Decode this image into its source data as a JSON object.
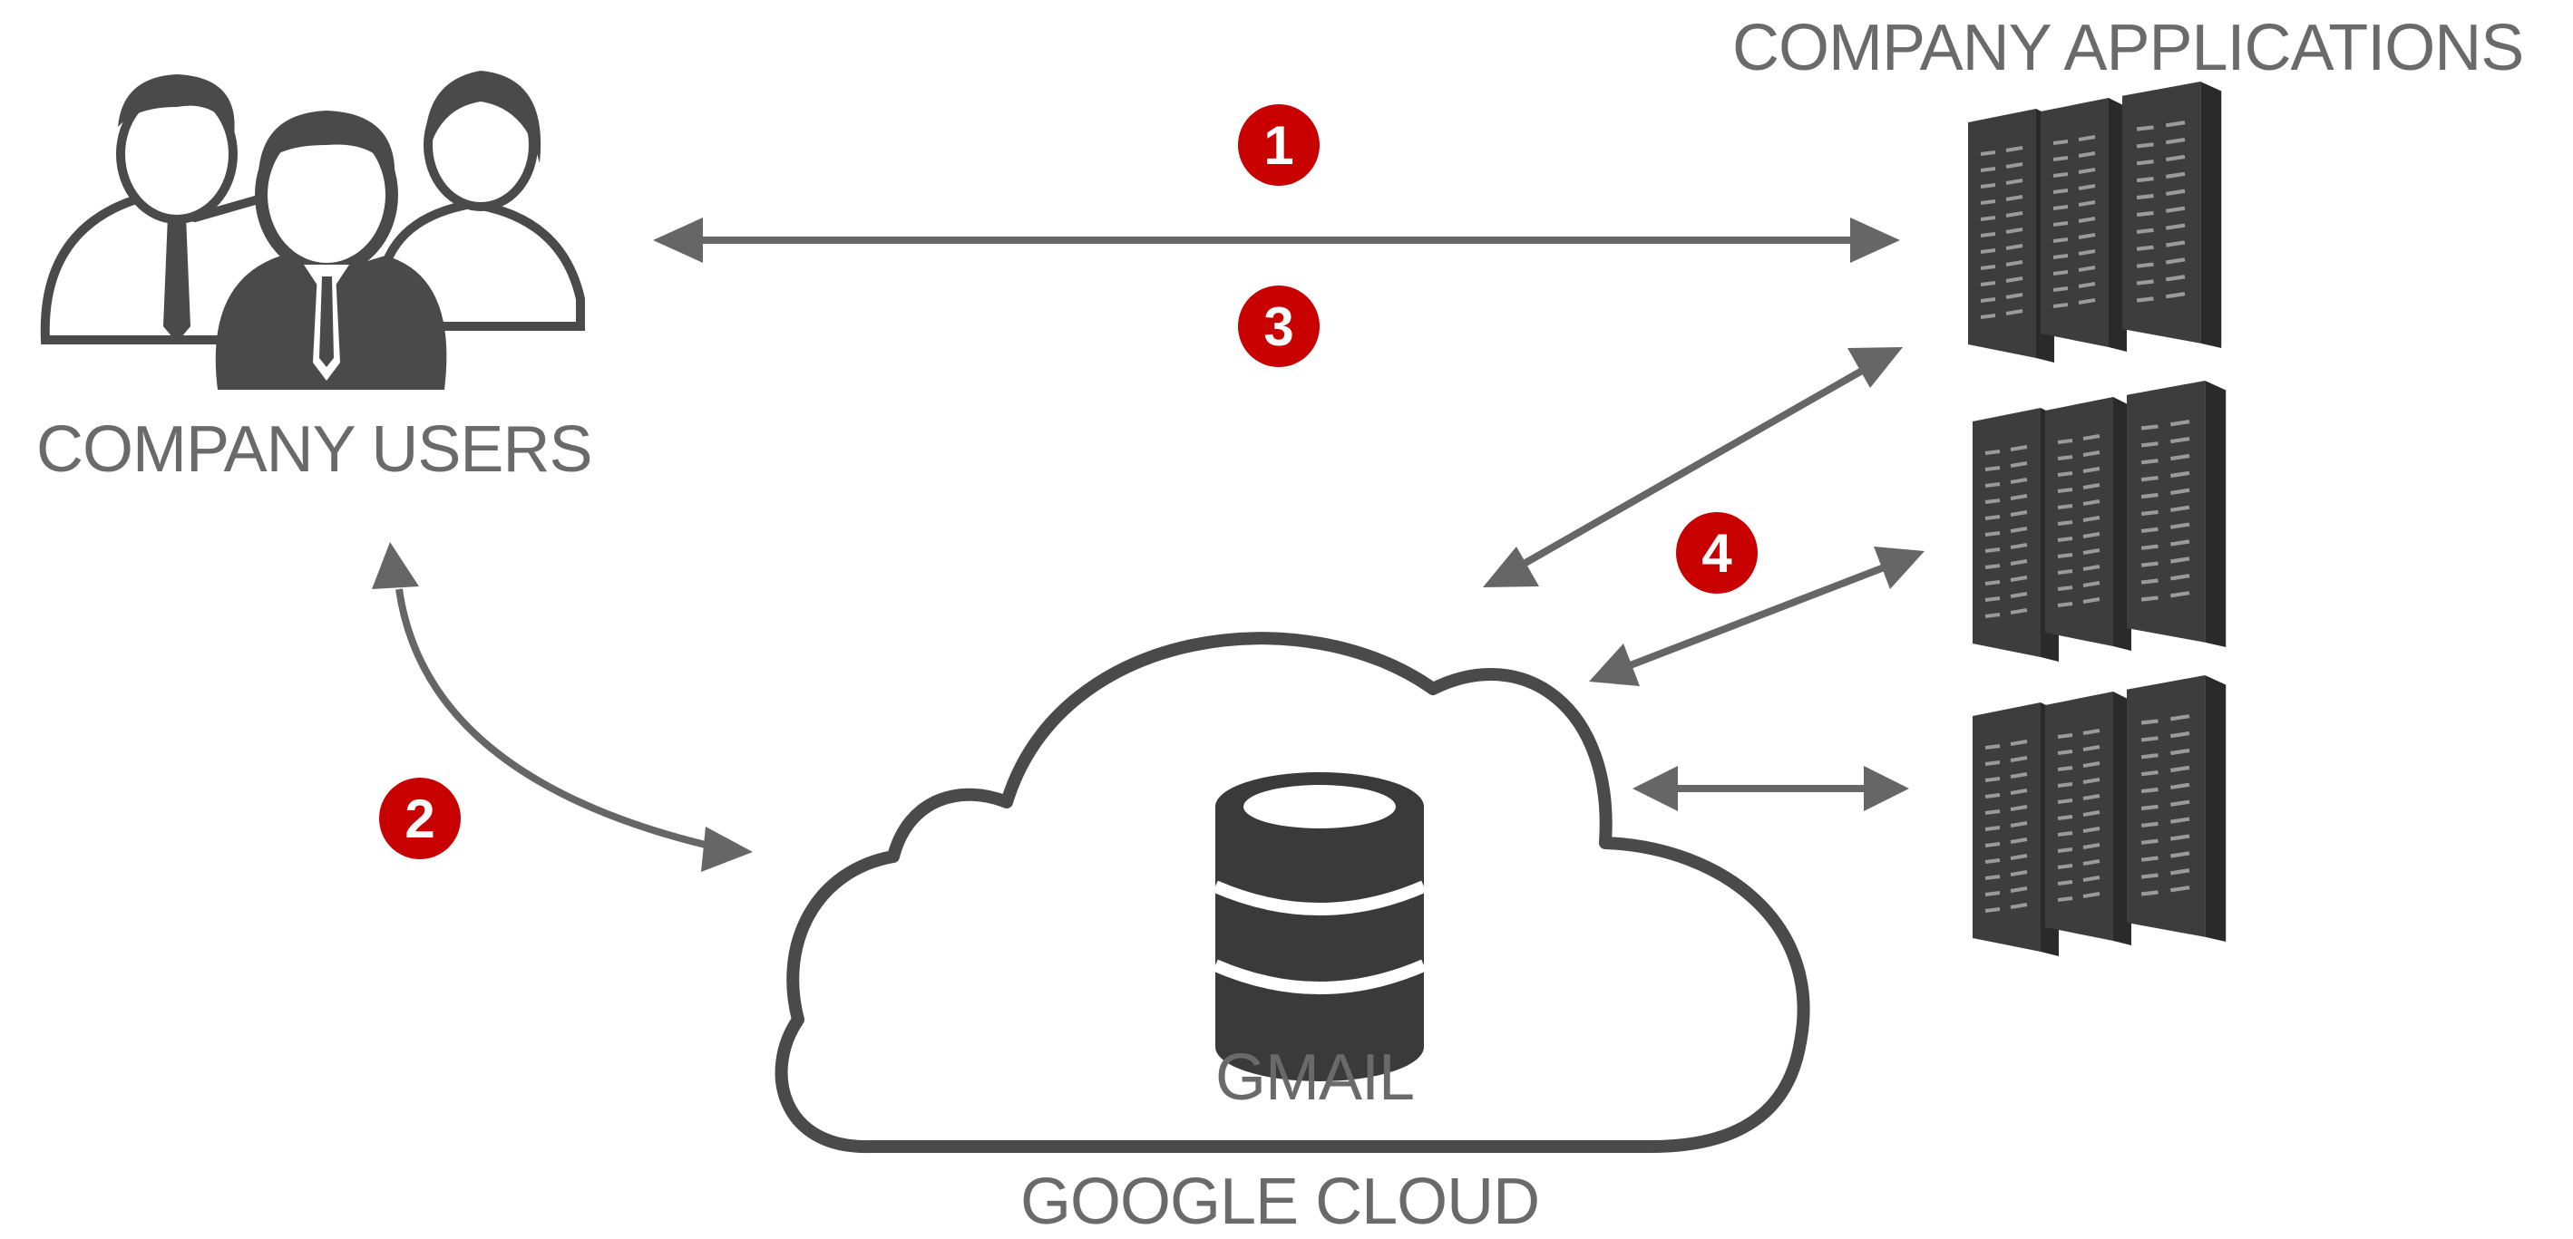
{
  "labels": {
    "company_users": "COMPANY USERS",
    "company_applications": "COMPANY APPLICATIONS",
    "google_cloud": "GOOGLE CLOUD",
    "gmail": "GMAIL"
  },
  "steps": [
    "1",
    "2",
    "3",
    "4"
  ],
  "icons": {
    "users": "people-group-icon",
    "servers": "server-rack-icon",
    "database": "database-icon",
    "cloud": "cloud-icon"
  },
  "colors": {
    "badge": "#c80000",
    "icon": "#4a4a4a",
    "arrow": "#666666",
    "text": "#6a6a6a"
  }
}
